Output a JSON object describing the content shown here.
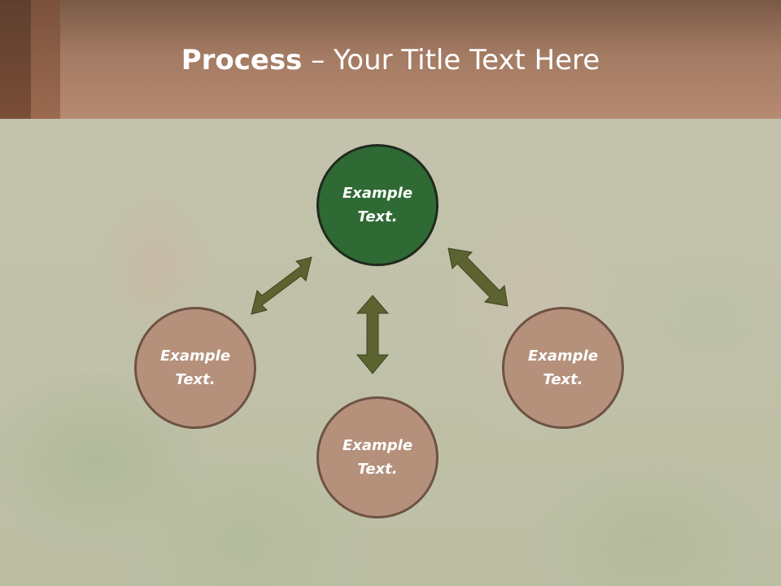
{
  "slide": {
    "title_bold": "Process",
    "title_rest": " – Your Title Text Here"
  },
  "nodes": {
    "top": {
      "text": "Example Text."
    },
    "left": {
      "text": "Example Text."
    },
    "right": {
      "text": "Example Text."
    },
    "bottom": {
      "text": "Example Text."
    }
  },
  "colors": {
    "header_brown": "#b78a72",
    "accent_green": "#2f6a34",
    "node_tan": "#b5917c",
    "arrow_olive": "#5c6330"
  },
  "icons": {
    "arrow": "double-headed-arrow-icon"
  }
}
